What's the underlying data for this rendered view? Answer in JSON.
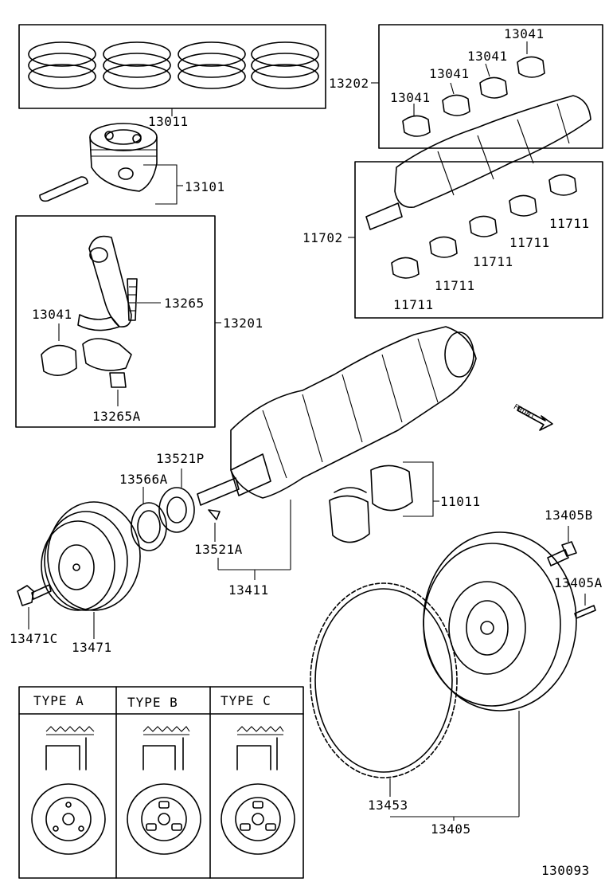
{
  "diagram": {
    "parts": {
      "piston_ring_set": "13011",
      "piston_assy": "13101",
      "bearing_set_main": "13202",
      "bearing_top_1": "13041",
      "bearing_top_2": "13041",
      "bearing_top_3": "13041",
      "bearing_top_4": "13041",
      "crankshaft_kit": "11702",
      "bearing_main_1": "11711",
      "bearing_main_2": "11711",
      "bearing_main_3": "11711",
      "bearing_main_4": "11711",
      "bearing_main_5": "11711",
      "rod_bearing": "13041",
      "rod_bolt": "13265",
      "connecting_rod_assy": "13201",
      "rod_nut": "13265A",
      "timing_gear": "13521P",
      "gear_spacer": "13566A",
      "thrust_washer_set": "11011",
      "key": "13521A",
      "crankshaft": "13411",
      "pulley": "13471",
      "pulley_bolt": "13471C",
      "flywheel_bolt": "13405B",
      "flywheel_pin": "13405A",
      "ring_gear": "13453",
      "flywheel": "13405"
    },
    "front_label": "FRONT",
    "types": [
      "TYPE A",
      "TYPE B",
      "TYPE C"
    ],
    "drawing_number": "130093"
  }
}
